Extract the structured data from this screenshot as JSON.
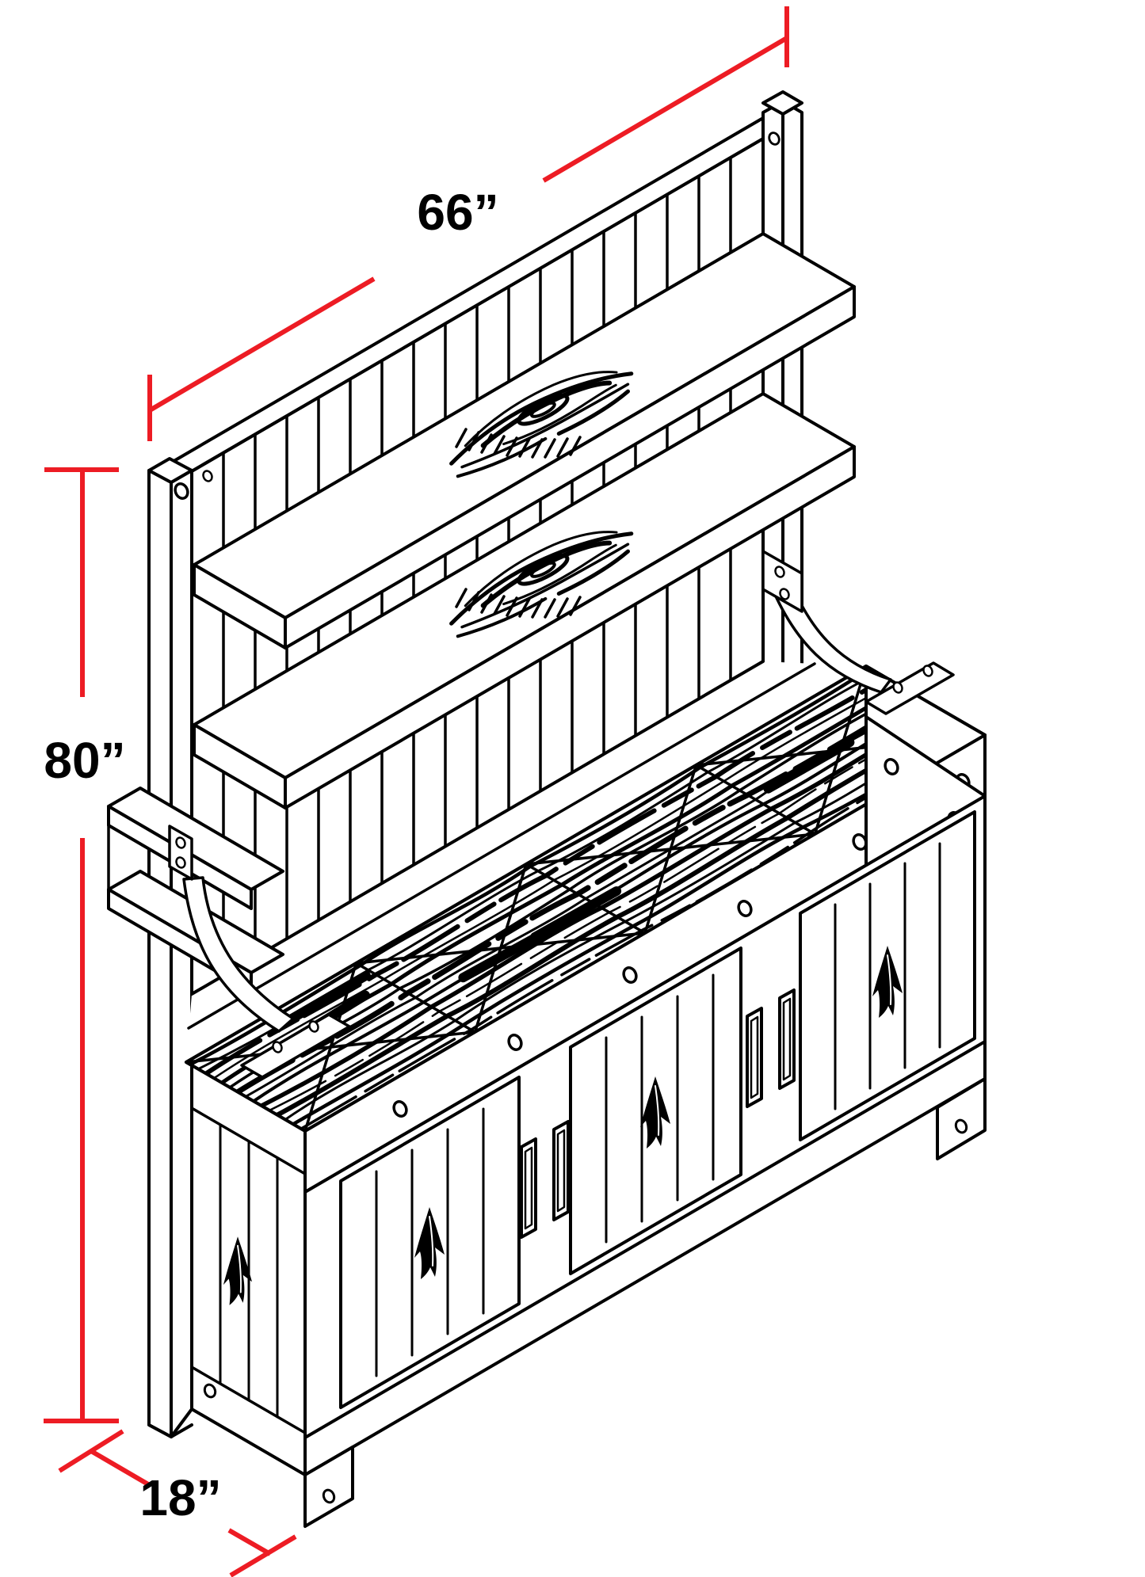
{
  "page": {
    "background": "#ffffff"
  },
  "drawing": {
    "type": "isometric-furniture-dimension-diagram",
    "subject": "plank-back buffet hutch with two shelves and three-door base cabinet",
    "line_color": "#000000",
    "dimension_color": "#ed1c24",
    "dimensions": {
      "width": {
        "label": "66”"
      },
      "height": {
        "label": "80”"
      },
      "depth": {
        "label": "18”"
      }
    }
  }
}
